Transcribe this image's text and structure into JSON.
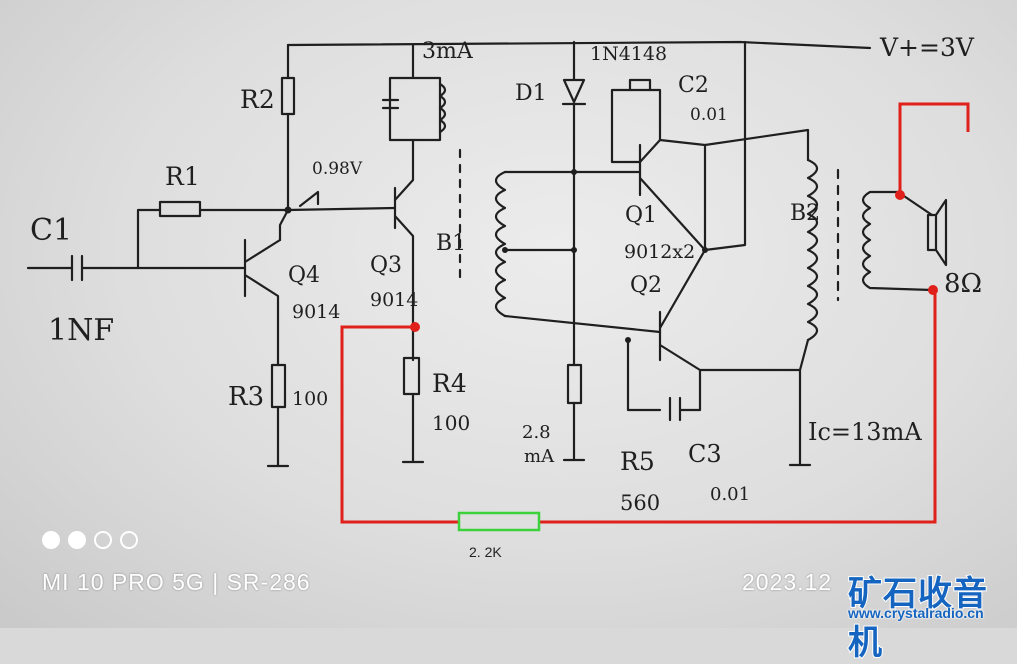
{
  "schematic": {
    "supply": "V+=3V",
    "i_q3": "3mA",
    "diode_type": "1N4148",
    "d1": "D1",
    "c2": "C2",
    "c2_val": "0.01",
    "c1": "C1",
    "c1_val": "1NF",
    "r1": "R1",
    "r2": "R2",
    "r3": "R3",
    "r3_val": "100",
    "r4": "R4",
    "r4_val": "100",
    "r5": "R5",
    "r5_val": "560",
    "c3": "C3",
    "c3_val": "0.01",
    "q4": "Q4",
    "q4_type": "9014",
    "q3": "Q3",
    "q3_type": "9014",
    "q1": "Q1",
    "q12_type": "9012x2",
    "q2": "Q2",
    "b1": "B1",
    "b2": "B2",
    "vbias": "0.98V",
    "i_div": "2.8",
    "i_div_unit": "mA",
    "ic": "Ic=13mA",
    "speaker": "8Ω",
    "added_resistor": "2. 2K"
  },
  "watermark": {
    "device": "MI 10 PRO 5G | SR-286",
    "date": "2023.12",
    "site_cn": "矿石收音机",
    "site_url": "www.crystalradio.cn"
  },
  "colors": {
    "ink": "#1f1f1f",
    "red_wire": "#e0201a",
    "green_resistor": "#3ad13a",
    "logo_blue": "#1565c0"
  }
}
